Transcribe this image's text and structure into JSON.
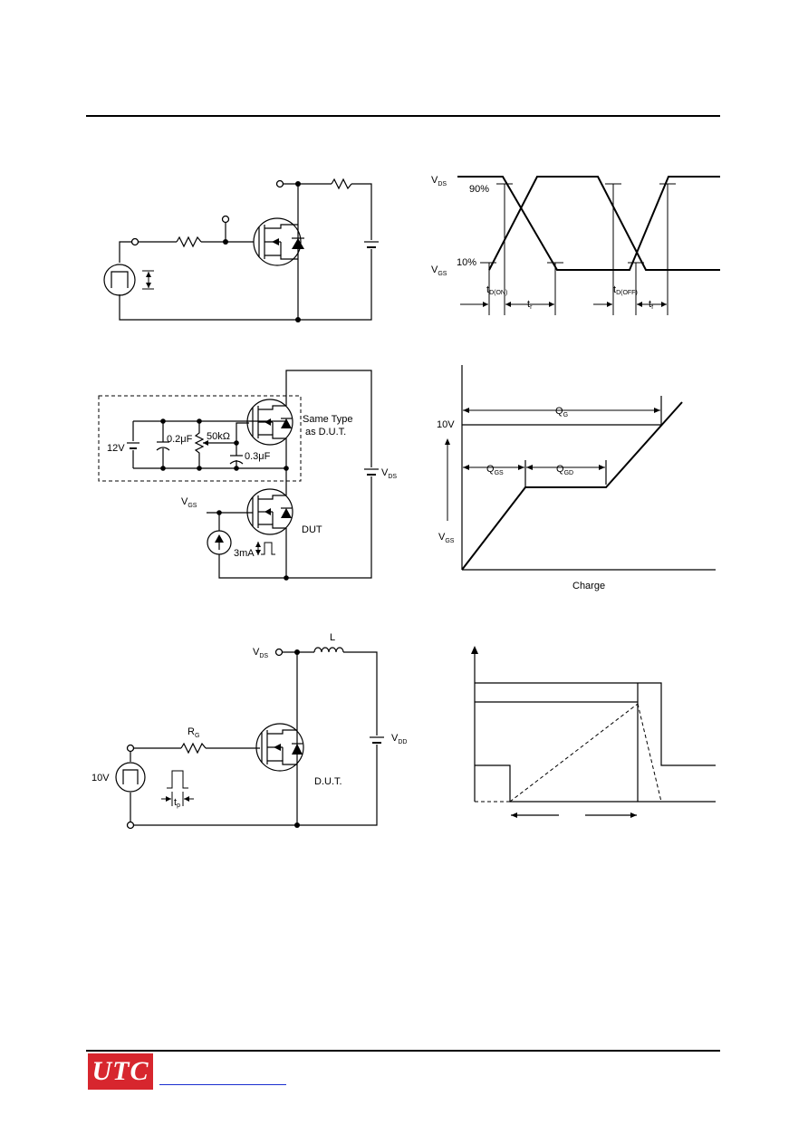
{
  "brand": {
    "logo_text": "UTC",
    "accent_color": "#d7262e",
    "link_color": "#1a2fd0"
  },
  "switching_waveform": {
    "vds": "V",
    "vds_sub": "DS",
    "vgs": "V",
    "vgs_sub": "GS",
    "p90": "90%",
    "p10": "10%",
    "tdon": "t",
    "tdon_sub": "D(ON)",
    "tr": "t",
    "tr_sub": "r",
    "tdoff": "t",
    "tdoff_sub": "D(OFF)",
    "tf": "t",
    "tf_sub": "f"
  },
  "gate_charge_circuit": {
    "v12": "12V",
    "c1": "0.2μF",
    "r50k": "50kΩ",
    "c2": "0.3μF",
    "same_type_1": "Same Type",
    "same_type_2": "as D.U.T.",
    "vgs": "V",
    "vgs_sub": "GS",
    "vds": "V",
    "vds_sub": "DS",
    "dut": "DUT",
    "i3ma": "3mA"
  },
  "gate_charge_waveform": {
    "v10": "10V",
    "qg": "Q",
    "qg_sub": "G",
    "qgs": "Q",
    "qgs_sub": "GS",
    "qgd": "Q",
    "qgd_sub": "GD",
    "vgs": "V",
    "vgs_sub": "GS",
    "charge": "Charge"
  },
  "avalanche_circuit": {
    "vds": "V",
    "vds_sub": "DS",
    "l": "L",
    "rg": "R",
    "rg_sub": "G",
    "vdd": "V",
    "vdd_sub": "DD",
    "v10": "10V",
    "tp": "t",
    "tp_sub": "p",
    "dut": "D.U.T."
  }
}
